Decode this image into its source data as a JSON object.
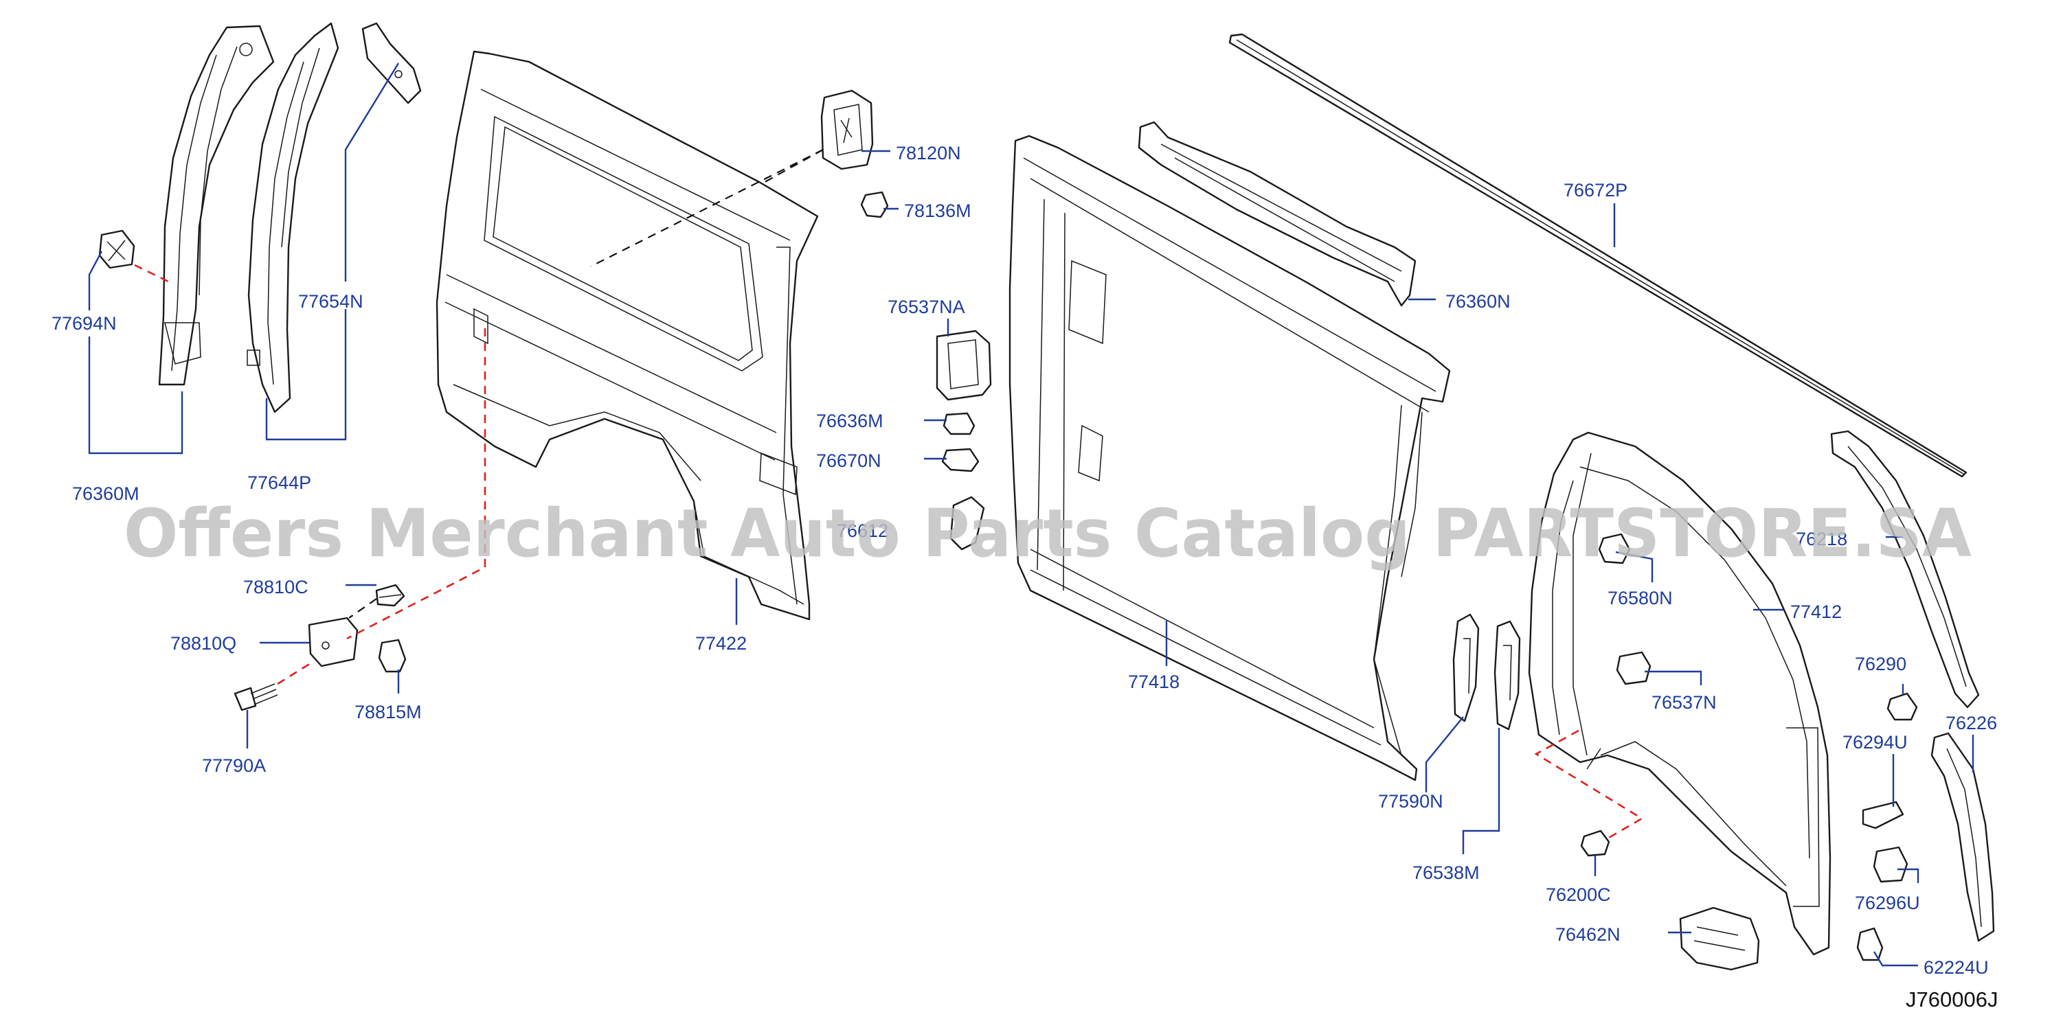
{
  "labels": {
    "p77694N": "77694N",
    "p76360M": "76360M",
    "p77654N": "77654N",
    "p77644P": "77644P",
    "p78120N": "78120N",
    "p78136M": "78136M",
    "p76537NA": "76537NA",
    "p76636M": "76636M",
    "p76670N": "76670N",
    "p76612": "76612",
    "p77422": "77422",
    "p78810C": "78810C",
    "p78810Q": "78810Q",
    "p78815M": "78815M",
    "p77790A": "77790A",
    "p76672P": "76672P",
    "p76360N": "76360N",
    "p77418": "77418",
    "p77590N": "77590N",
    "p76538M": "76538M",
    "p76580N": "76580N",
    "p77412": "77412",
    "p76537N": "76537N",
    "p76218": "76218",
    "p76290": "76290",
    "p76294U": "76294U",
    "p76226": "76226",
    "p76200C": "76200C",
    "p76462N": "76462N",
    "p76296U": "76296U",
    "p62224U": "62224U"
  },
  "diagram_ref": "J760006J",
  "watermark": "Offers Merchant Auto Parts Catalog PARTSTORE.SA",
  "colors": {
    "label": "#1e3c9c",
    "leader": "#1e3c9c",
    "part_outline": "#1a1a1a",
    "red_dash": "#e0201c",
    "watermark": "#bfbfbf"
  }
}
